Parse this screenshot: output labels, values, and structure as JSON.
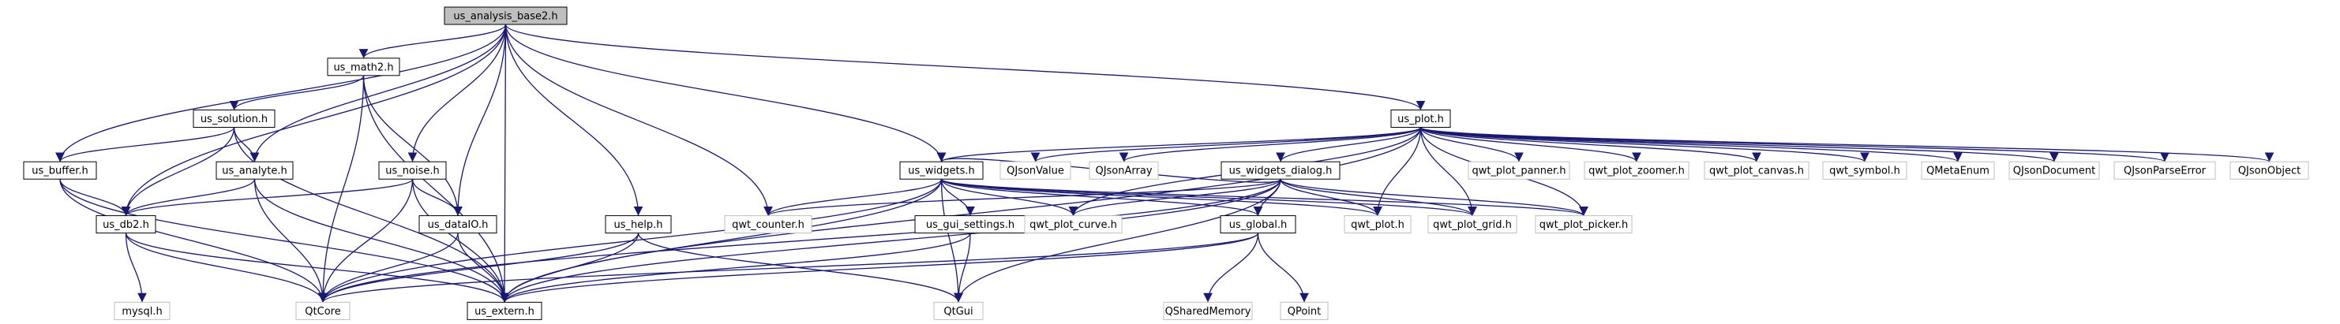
{
  "graph": {
    "colors": {
      "edge": "#191970",
      "root_fill": "#bfbfbf",
      "documented_border": "#000000",
      "external_border": "#bfbfbf"
    },
    "nodes": [
      {
        "id": "us_analysis_base2",
        "label": "us_analysis_base2.h",
        "kind": "root"
      },
      {
        "id": "us_math2",
        "label": "us_math2.h",
        "kind": "doc"
      },
      {
        "id": "us_solution",
        "label": "us_solution.h",
        "kind": "doc"
      },
      {
        "id": "us_buffer",
        "label": "us_buffer.h",
        "kind": "doc"
      },
      {
        "id": "us_analyte",
        "label": "us_analyte.h",
        "kind": "doc"
      },
      {
        "id": "us_db2",
        "label": "us_db2.h",
        "kind": "doc"
      },
      {
        "id": "us_noise",
        "label": "us_noise.h",
        "kind": "doc"
      },
      {
        "id": "us_dataIO",
        "label": "us_dataIO.h",
        "kind": "doc"
      },
      {
        "id": "us_extern",
        "label": "us_extern.h",
        "kind": "doc"
      },
      {
        "id": "us_help",
        "label": "us_help.h",
        "kind": "doc"
      },
      {
        "id": "us_widgets",
        "label": "us_widgets.h",
        "kind": "doc"
      },
      {
        "id": "us_gui_settings",
        "label": "us_gui_settings.h",
        "kind": "doc"
      },
      {
        "id": "us_plot",
        "label": "us_plot.h",
        "kind": "doc"
      },
      {
        "id": "us_widgets_dialog",
        "label": "us_widgets_dialog.h",
        "kind": "doc"
      },
      {
        "id": "us_global",
        "label": "us_global.h",
        "kind": "doc"
      },
      {
        "id": "mysql",
        "label": "mysql.h",
        "kind": "ext"
      },
      {
        "id": "QtCore",
        "label": "QtCore",
        "kind": "ext"
      },
      {
        "id": "QtGui",
        "label": "QtGui",
        "kind": "ext"
      },
      {
        "id": "qwt_counter",
        "label": "qwt_counter.h",
        "kind": "ext"
      },
      {
        "id": "qwt_plot_curve",
        "label": "qwt_plot_curve.h",
        "kind": "ext"
      },
      {
        "id": "qwt_plot",
        "label": "qwt_plot.h",
        "kind": "ext"
      },
      {
        "id": "qwt_plot_grid",
        "label": "qwt_plot_grid.h",
        "kind": "ext"
      },
      {
        "id": "qwt_plot_picker",
        "label": "qwt_plot_picker.h",
        "kind": "ext"
      },
      {
        "id": "QSharedMemory",
        "label": "QSharedMemory",
        "kind": "ext"
      },
      {
        "id": "QPoint",
        "label": "QPoint",
        "kind": "ext"
      },
      {
        "id": "QJsonValue",
        "label": "QJsonValue",
        "kind": "ext"
      },
      {
        "id": "QJsonArray",
        "label": "QJsonArray",
        "kind": "ext"
      },
      {
        "id": "qwt_plot_panner",
        "label": "qwt_plot_panner.h",
        "kind": "ext"
      },
      {
        "id": "qwt_plot_zoomer",
        "label": "qwt_plot_zoomer.h",
        "kind": "ext"
      },
      {
        "id": "qwt_plot_canvas",
        "label": "qwt_plot_canvas.h",
        "kind": "ext"
      },
      {
        "id": "qwt_symbol",
        "label": "qwt_symbol.h",
        "kind": "ext"
      },
      {
        "id": "QMetaEnum",
        "label": "QMetaEnum",
        "kind": "ext"
      },
      {
        "id": "QJsonDocument",
        "label": "QJsonDocument",
        "kind": "ext"
      },
      {
        "id": "QJsonParseError",
        "label": "QJsonParseError",
        "kind": "ext"
      },
      {
        "id": "QJsonObject",
        "label": "QJsonObject",
        "kind": "ext"
      }
    ],
    "edges": [
      [
        "us_analysis_base2",
        "us_math2"
      ],
      [
        "us_analysis_base2",
        "us_buffer"
      ],
      [
        "us_analysis_base2",
        "us_analyte"
      ],
      [
        "us_analysis_base2",
        "us_db2"
      ],
      [
        "us_analysis_base2",
        "us_noise"
      ],
      [
        "us_analysis_base2",
        "us_dataIO"
      ],
      [
        "us_analysis_base2",
        "us_extern"
      ],
      [
        "us_analysis_base2",
        "us_help"
      ],
      [
        "us_analysis_base2",
        "us_widgets"
      ],
      [
        "us_analysis_base2",
        "qwt_counter"
      ],
      [
        "us_analysis_base2",
        "us_plot"
      ],
      [
        "us_math2",
        "us_solution"
      ],
      [
        "us_math2",
        "QtCore"
      ],
      [
        "us_math2",
        "us_extern"
      ],
      [
        "us_math2",
        "us_dataIO"
      ],
      [
        "us_solution",
        "us_buffer"
      ],
      [
        "us_solution",
        "us_analyte"
      ],
      [
        "us_solution",
        "us_db2"
      ],
      [
        "us_solution",
        "us_extern"
      ],
      [
        "us_buffer",
        "us_db2"
      ],
      [
        "us_buffer",
        "QtCore"
      ],
      [
        "us_buffer",
        "us_extern"
      ],
      [
        "us_analyte",
        "us_db2"
      ],
      [
        "us_analyte",
        "QtCore"
      ],
      [
        "us_analyte",
        "us_extern"
      ],
      [
        "us_db2",
        "mysql"
      ],
      [
        "us_db2",
        "QtCore"
      ],
      [
        "us_db2",
        "us_extern"
      ],
      [
        "us_noise",
        "us_db2"
      ],
      [
        "us_noise",
        "us_dataIO"
      ],
      [
        "us_noise",
        "QtCore"
      ],
      [
        "us_noise",
        "us_extern"
      ],
      [
        "us_dataIO",
        "QtCore"
      ],
      [
        "us_dataIO",
        "us_extern"
      ],
      [
        "us_help",
        "QtCore"
      ],
      [
        "us_help",
        "us_extern"
      ],
      [
        "us_help",
        "QtGui"
      ],
      [
        "us_widgets",
        "QtCore"
      ],
      [
        "us_widgets",
        "us_extern"
      ],
      [
        "us_widgets",
        "qwt_counter"
      ],
      [
        "us_widgets",
        "us_gui_settings"
      ],
      [
        "us_widgets",
        "QtGui"
      ],
      [
        "us_widgets",
        "qwt_plot_curve"
      ],
      [
        "us_widgets",
        "us_global"
      ],
      [
        "us_widgets",
        "qwt_plot"
      ],
      [
        "us_widgets",
        "qwt_plot_grid"
      ],
      [
        "us_widgets",
        "qwt_plot_picker"
      ],
      [
        "us_gui_settings",
        "us_extern"
      ],
      [
        "us_gui_settings",
        "QtGui"
      ],
      [
        "us_plot",
        "us_widgets"
      ],
      [
        "us_plot",
        "QJsonValue"
      ],
      [
        "us_plot",
        "QJsonArray"
      ],
      [
        "us_plot",
        "us_widgets_dialog"
      ],
      [
        "us_plot",
        "qwt_plot_panner"
      ],
      [
        "us_plot",
        "qwt_plot_zoomer"
      ],
      [
        "us_plot",
        "qwt_plot_canvas"
      ],
      [
        "us_plot",
        "qwt_symbol"
      ],
      [
        "us_plot",
        "QMetaEnum"
      ],
      [
        "us_plot",
        "QJsonDocument"
      ],
      [
        "us_plot",
        "QJsonParseError"
      ],
      [
        "us_plot",
        "QJsonObject"
      ],
      [
        "us_plot",
        "qwt_plot_curve"
      ],
      [
        "us_plot",
        "qwt_plot"
      ],
      [
        "us_plot",
        "qwt_plot_grid"
      ],
      [
        "us_plot",
        "qwt_plot_picker"
      ],
      [
        "us_plot",
        "us_extern"
      ],
      [
        "us_widgets_dialog",
        "us_widgets"
      ],
      [
        "us_widgets_dialog",
        "qwt_counter"
      ],
      [
        "us_widgets_dialog",
        "qwt_plot_curve"
      ],
      [
        "us_widgets_dialog",
        "us_global"
      ],
      [
        "us_widgets_dialog",
        "qwt_plot"
      ],
      [
        "us_widgets_dialog",
        "qwt_plot_grid"
      ],
      [
        "us_widgets_dialog",
        "qwt_plot_picker"
      ],
      [
        "us_widgets_dialog",
        "QtCore"
      ],
      [
        "us_widgets_dialog",
        "us_extern"
      ],
      [
        "us_widgets_dialog",
        "QtGui"
      ],
      [
        "us_global",
        "QSharedMemory"
      ],
      [
        "us_global",
        "QPoint"
      ],
      [
        "us_global",
        "QtCore"
      ],
      [
        "us_global",
        "us_extern"
      ]
    ]
  }
}
